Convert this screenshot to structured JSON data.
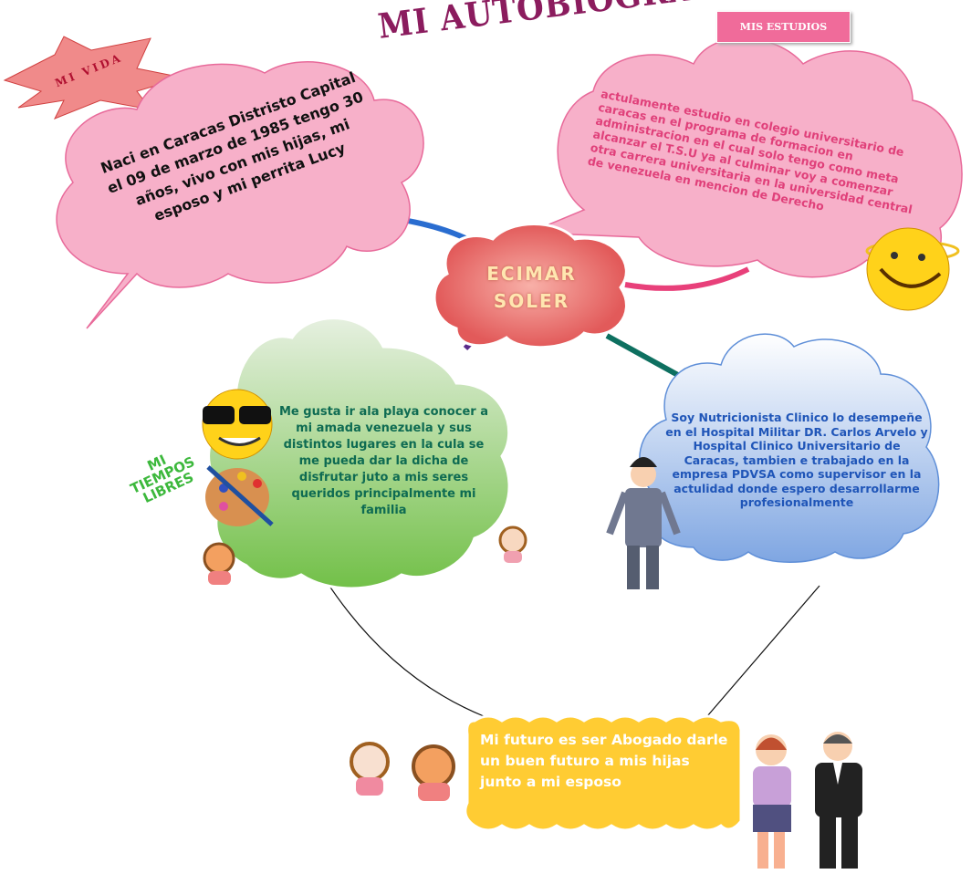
{
  "title": "MI AUTOBIOGRAFIA",
  "central_node": {
    "line1": "ECIMAR",
    "line2": "SOLER"
  },
  "mi_vida": {
    "label": "MI VIDA",
    "text": "Naci en Caracas Distristo Capital el 09 de marzo de 1985 tengo 30 años, vivo con mis hijas, mi esposo y mi perrita Lucy"
  },
  "mis_estudios": {
    "label": "MIS ESTUDIOS",
    "text": "actulamente estudio en colegio universitario de caracas en el programa de formacion en administracion en el cual solo tengo como meta alcanzar el T.S.U ya al culminar voy a comenzar otra carrera universitaria en la universidad central de venezuela en mencion de Derecho"
  },
  "tiempos_libres": {
    "label": "MI TIEMPOS LIBRES",
    "text": "Me gusta ir ala playa conocer a mi amada venezuela y sus distintos lugares en la cula se me pueda dar la dicha de disfrutar juto a mis seres queridos principalmente mi familia"
  },
  "trabajo": {
    "text": "Soy Nutricionista Clinico lo desempeñe en el Hospital Militar DR. Carlos Arvelo y Hospital Clinico Universitario de Caracas, tambien e trabajado en la empresa PDVSA como supervisor en la actulidad donde espero desarrollarme profesionalmente"
  },
  "futuro": {
    "text": "Mi futuro es ser Abogado darle un buen futuro a mis hijas junto a mi esposo"
  },
  "colors": {
    "pink_cloud": "#f7b0c9",
    "title": "#8b1c5e",
    "button": "#f06b9a",
    "green_cloud": "#8fcf6a",
    "blue_cloud": "#a8c4ec",
    "yellow_box": "#ffcc33",
    "center": "#ec7a7a"
  }
}
